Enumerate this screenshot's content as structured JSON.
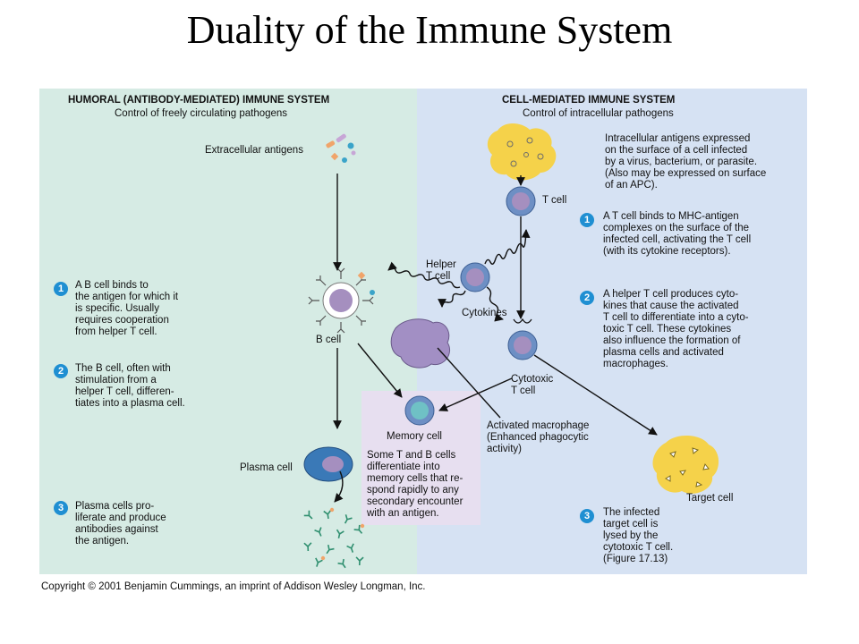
{
  "title": "Duality of the Immune System",
  "colors": {
    "humoral_bg": "#d6ebe4",
    "cell_mediated_bg": "#d6e2f3",
    "memory_box_bg": "#e7dff0",
    "step_badge": "#1f8fd2",
    "infected_cell": "#f5d24a",
    "lymphocyte": "#6d8fc4",
    "nucleus": "#a58fbf",
    "macrophage": "#a28fc4",
    "antibody": "#2f8f6f"
  },
  "humoral": {
    "header": "HUMORAL (ANTIBODY-MEDIATED) IMMUNE SYSTEM",
    "subheader": "Control of freely circulating pathogens",
    "extracellular_antigens": "Extracellular antigens",
    "b_cell": "B cell",
    "plasma_cell": "Plasma cell",
    "steps": [
      {
        "num": "1",
        "text": "A B cell binds to\nthe antigen for which it\nis specific. Usually\nrequires cooperation\nfrom helper T cell."
      },
      {
        "num": "2",
        "text": "The B cell, often with\nstimulation from a\nhelper T cell, differen-\ntiates into a plasma cell."
      },
      {
        "num": "3",
        "text": "Plasma cells pro-\nliferate and produce\nantibodies against\nthe antigen."
      }
    ]
  },
  "cell_mediated": {
    "header": "CELL-MEDIATED IMMUNE SYSTEM",
    "subheader": "Control of intracellular pathogens",
    "intracellular_note": "Intracellular antigens expressed\non the surface of a cell infected\nby a virus, bacterium, or parasite.\n(Also may be expressed on surface\nof an APC).",
    "t_cell": "T cell",
    "helper_t_cell": "Helper\nT cell",
    "cytokines": "Cytokines",
    "cytotoxic_t_cell": "Cytotoxic\nT cell",
    "activated_macrophage": "Activated macrophage\n(Enhanced phagocytic\nactivity)",
    "target_cell": "Target cell",
    "steps": [
      {
        "num": "1",
        "text": "A T cell binds to MHC-antigen\ncomplexes on the surface of the\ninfected cell, activating the T cell\n(with its cytokine receptors)."
      },
      {
        "num": "2",
        "text": "A helper T cell produces cyto-\nkines that cause the activated\nT cell to differentiate into a cyto-\ntoxic T cell.  These cytokines\nalso influence the formation of\nplasma cells and activated\nmacrophages."
      },
      {
        "num": "3",
        "text": "The infected\ntarget cell is\nlysed by the\ncytotoxic T cell.\n(Figure 17.13)"
      }
    ]
  },
  "memory": {
    "label": "Memory cell",
    "note": "Some T and B cells\ndifferentiate into\nmemory cells that re-\nspond rapidly to any\nsecondary encounter\nwith an antigen."
  },
  "copyright": "Copyright © 2001 Benjamin Cummings, an imprint of Addison Wesley Longman, Inc."
}
